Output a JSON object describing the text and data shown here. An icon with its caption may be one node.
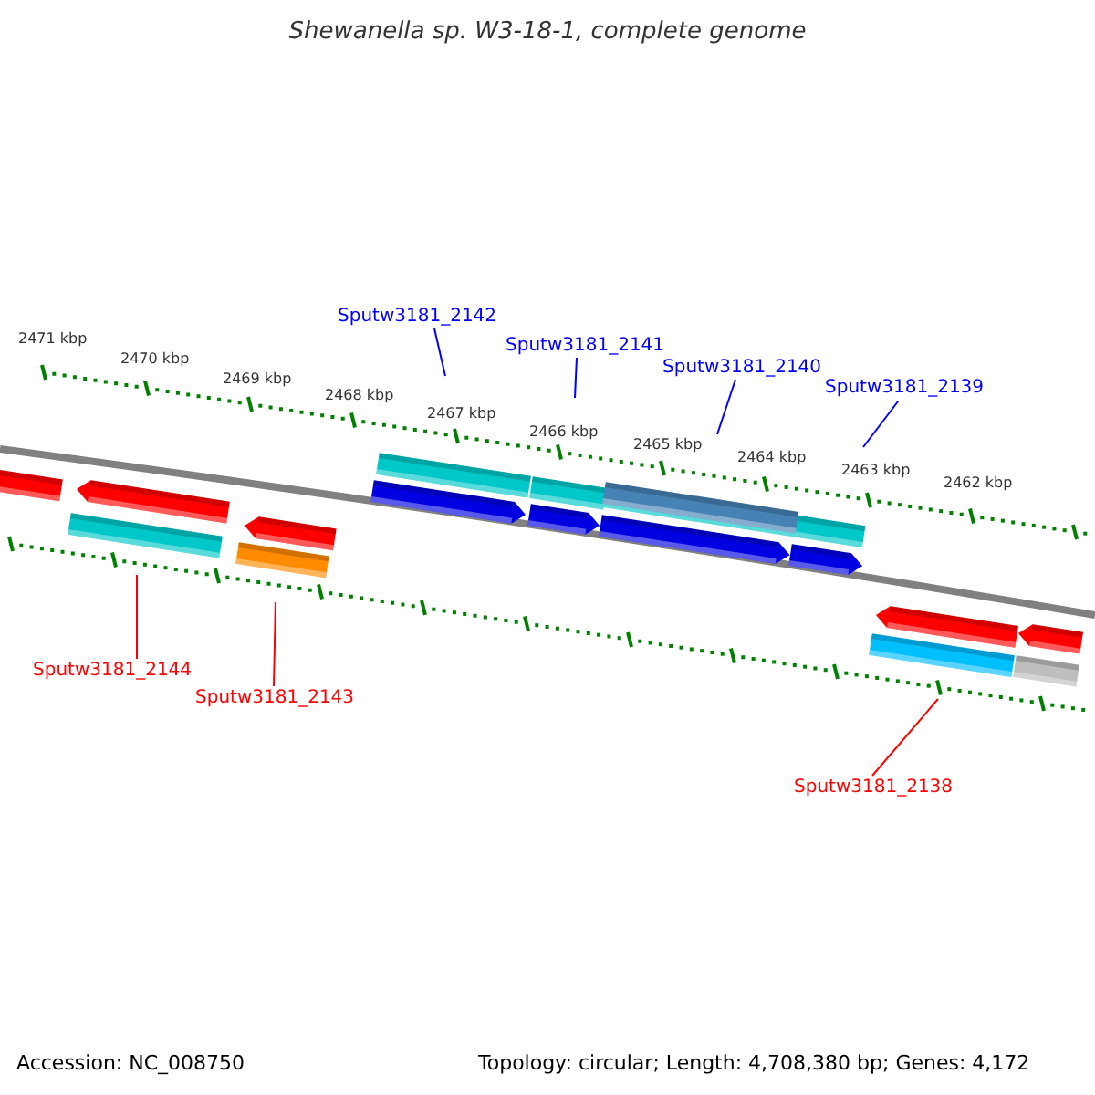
{
  "diagram": {
    "title": "Shewanella sp. W3-18-1, complete genome",
    "nodes": [
      {
        "text": [
          "Sputw3181_2142"
        ]
      },
      {
        "text": [
          "Sputw3181_2141"
        ]
      },
      {
        "text": [
          "Sputw3181_2140"
        ]
      },
      {
        "text": [
          "Sputw3181_2139"
        ]
      },
      {
        "text": [
          "Sputw3181_2144"
        ]
      },
      {
        "text": [
          "Sputw3181_2143"
        ]
      },
      {
        "text": [
          "Sputw3181_2138"
        ]
      }
    ],
    "edges": [
      {
        "from": 0,
        "to": null,
        "arrow": "none",
        "color": "#0000ff"
      },
      {
        "from": 1,
        "to": null,
        "arrow": "none",
        "color": "#0000ff"
      },
      {
        "from": 2,
        "to": null,
        "arrow": "none",
        "color": "#0000ff"
      },
      {
        "from": 3,
        "to": null,
        "arrow": "none",
        "color": "#0000ff"
      },
      {
        "from": 4,
        "to": null,
        "arrow": "none",
        "color": "#ff0000"
      },
      {
        "from": 5,
        "to": null,
        "arrow": "none",
        "color": "#ff0000"
      },
      {
        "from": 6,
        "to": null,
        "arrow": "none",
        "color": "#ff0000"
      }
    ],
    "labels": [
      "2471 kbp",
      "2470 kbp",
      "2469 kbp",
      "2468 kbp",
      "2467 kbp",
      "2466 kbp",
      "2465 kbp",
      "2464 kbp",
      "2463 kbp",
      "2462 kbp",
      "Accession: NC_008750",
      "Topology: circular; Length: 4,708,380 bp; Genes: 4,172"
    ]
  }
}
